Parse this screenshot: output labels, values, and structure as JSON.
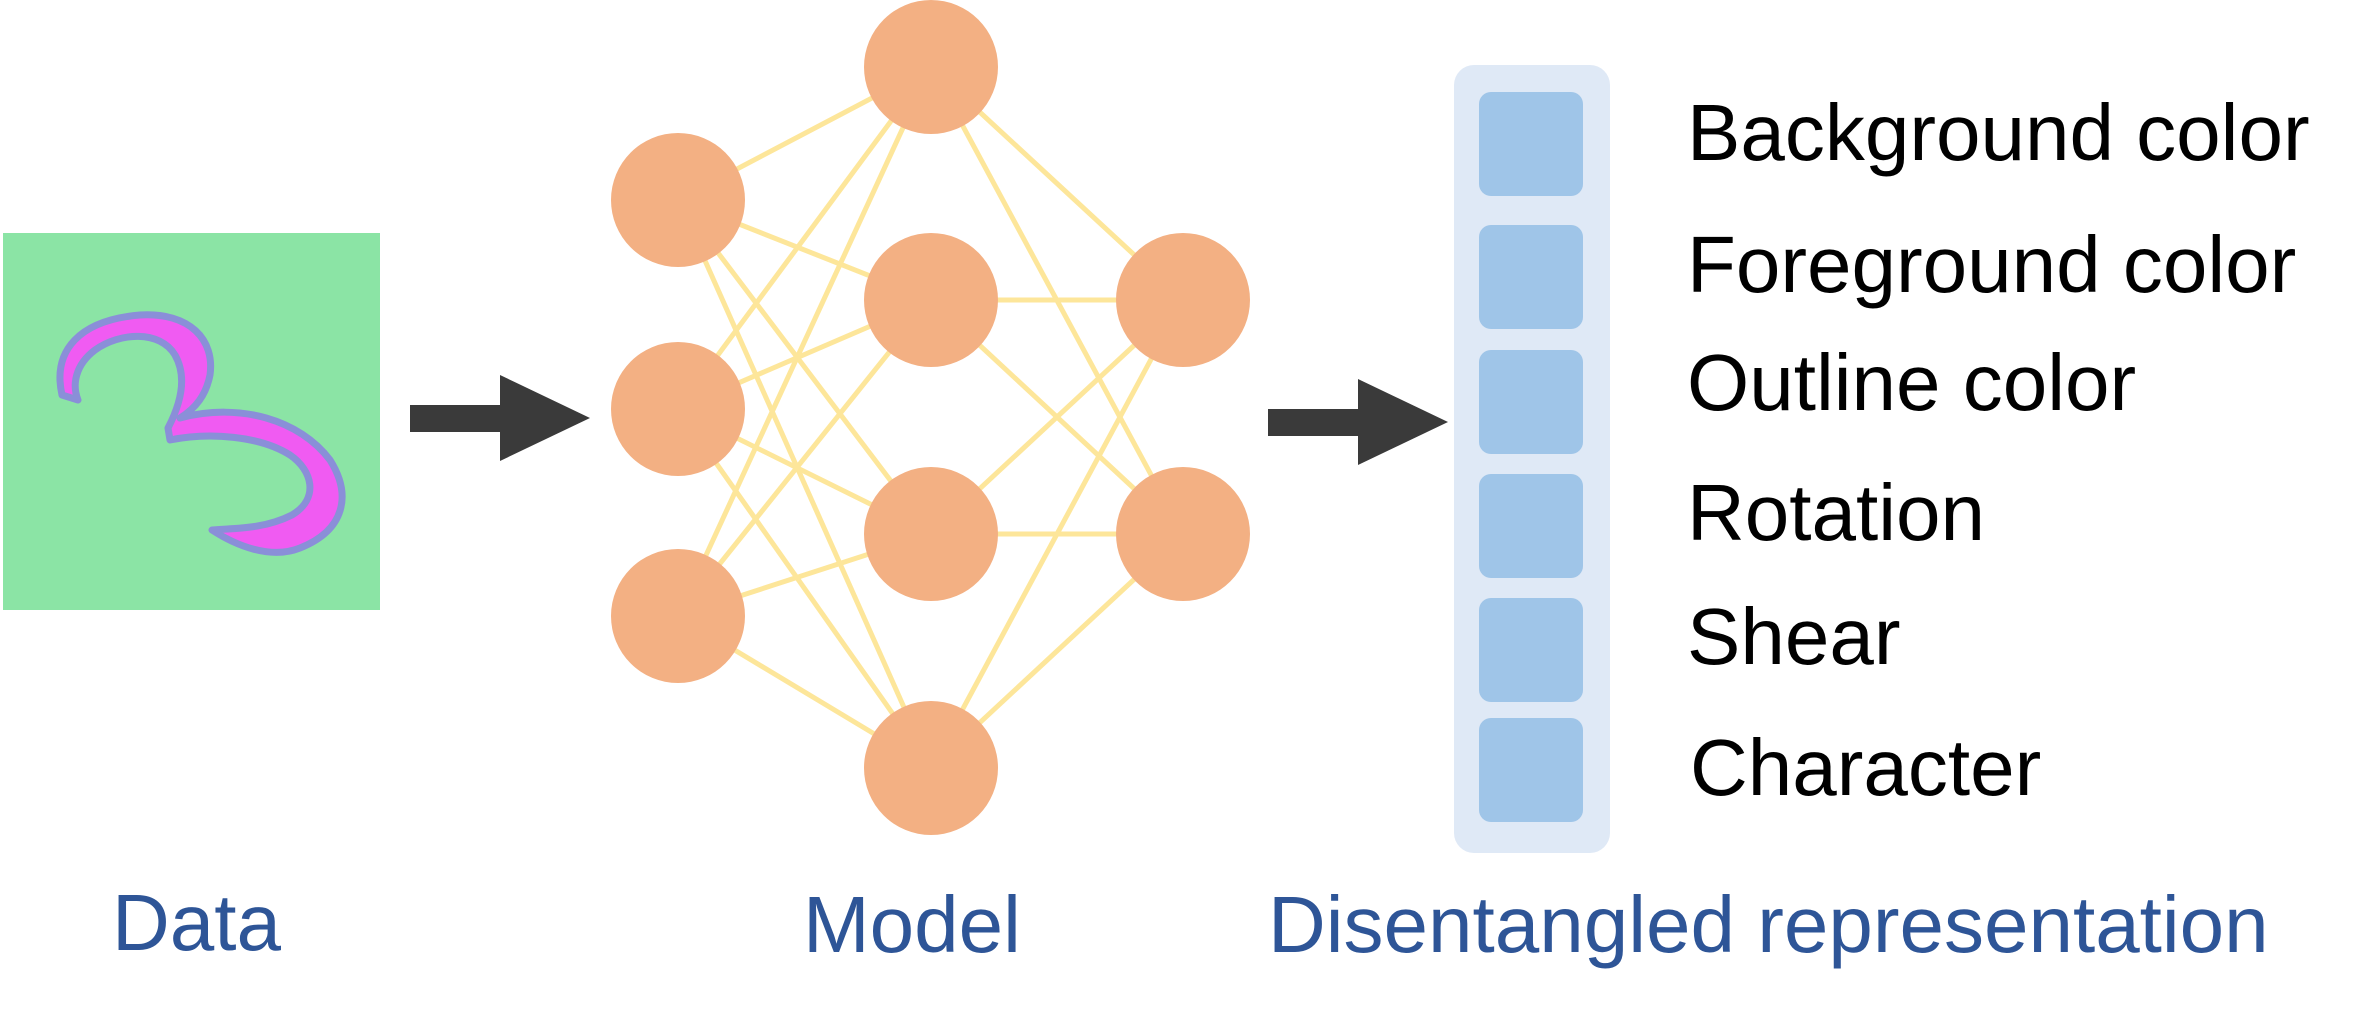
{
  "labels": {
    "data": "Data",
    "model": "Model",
    "representation": "Disentangled representation"
  },
  "data_sample": {
    "digit": "3",
    "description_icon": "digit-three-image",
    "colors": {
      "background": "#8be4a5",
      "foreground": "#f05bf2",
      "outline": "#8a8fd8"
    }
  },
  "model": {
    "layers": [
      3,
      4,
      2
    ],
    "node_color": "#f3b083",
    "edge_color": "#fde69a"
  },
  "representation": {
    "bar_color": "#dfe9f6",
    "cell_color": "#9fc5e8",
    "factors": [
      "Background color",
      "Foreground color",
      "Outline color",
      "Rotation",
      "Shear",
      "Character"
    ]
  },
  "colors": {
    "arrow": "#3a3a3a",
    "section_label": "#2e5597"
  }
}
